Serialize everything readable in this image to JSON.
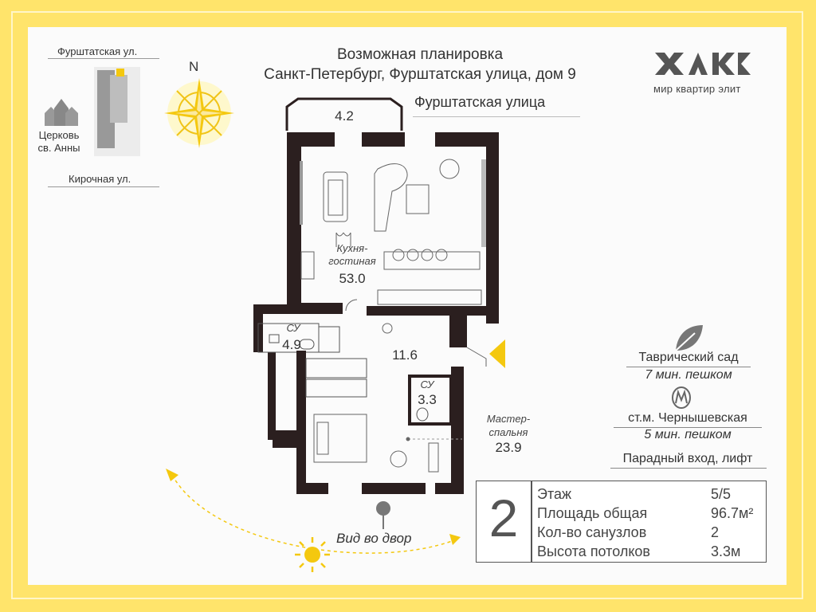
{
  "header": {
    "title_line1": "Возможная планировка",
    "title_line2": "Санкт-Петербург, Фурштатская улица, дом 9",
    "street_label": "Фурштатская улица"
  },
  "logo": {
    "subtitle": "мир квартир элит"
  },
  "minimap": {
    "street_top": "Фурштатская ул.",
    "street_bottom": "Кирочная ул.",
    "church_line1": "Церковь",
    "church_line2": "св. Анны"
  },
  "compass": {
    "label": "N"
  },
  "rooms": {
    "balcony_area": "4.2",
    "kitchen_label_1": "Кухня-",
    "kitchen_label_2": "гостиная",
    "kitchen_area": "53.0",
    "bath1_label": "СУ",
    "bath1_area": "4.9",
    "hall_area": "11.6",
    "bath2_label": "СУ",
    "bath2_area": "3.3",
    "master_label_1": "Мастер-",
    "master_label_2": "спальня",
    "master_area": "23.9"
  },
  "view_label": "Вид во двор",
  "poi": {
    "garden_name": "Таврический сад",
    "garden_time": "7 мин. пешком",
    "metro_name": "ст.м. Чернышевская",
    "metro_time": "5 мин. пешком",
    "entrance": "Парадный вход, лифт"
  },
  "info_card": {
    "rooms_count": "2",
    "rows": [
      {
        "label": "Этаж",
        "value": "5/5"
      },
      {
        "label": "Площадь общая",
        "value": "96.7м²"
      },
      {
        "label": "Кол-во санузлов",
        "value": "2"
      },
      {
        "label": "Высота потолков",
        "value": "3.3м"
      }
    ]
  },
  "colors": {
    "background": "#ffe46b",
    "wall": "#2b1f1f",
    "accent": "#f4c80f"
  }
}
